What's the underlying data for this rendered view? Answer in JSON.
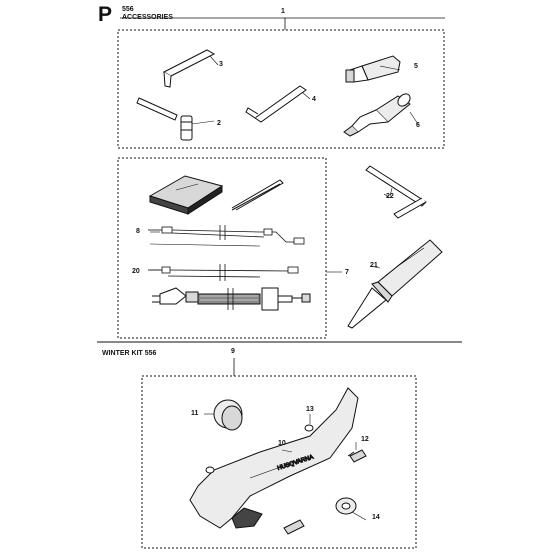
{
  "header": {
    "page_letter": "P",
    "model": "556",
    "section_title": "ACCESSORIES"
  },
  "winter_kit": {
    "title": "WINTER KIT 556"
  },
  "callouts": {
    "c1": "1",
    "c2": "2",
    "c3": "3",
    "c4": "4",
    "c5": "5",
    "c6": "6",
    "c7": "7",
    "c8": "8",
    "c9": "9",
    "c10": "10",
    "c11": "11",
    "c12": "12",
    "c13": "13",
    "c14": "14",
    "c20": "20",
    "c21": "21",
    "c22": "22"
  },
  "colors": {
    "line": "#111111",
    "cover_fill": "#ececec",
    "tool_fill": "#d8d8d8"
  }
}
